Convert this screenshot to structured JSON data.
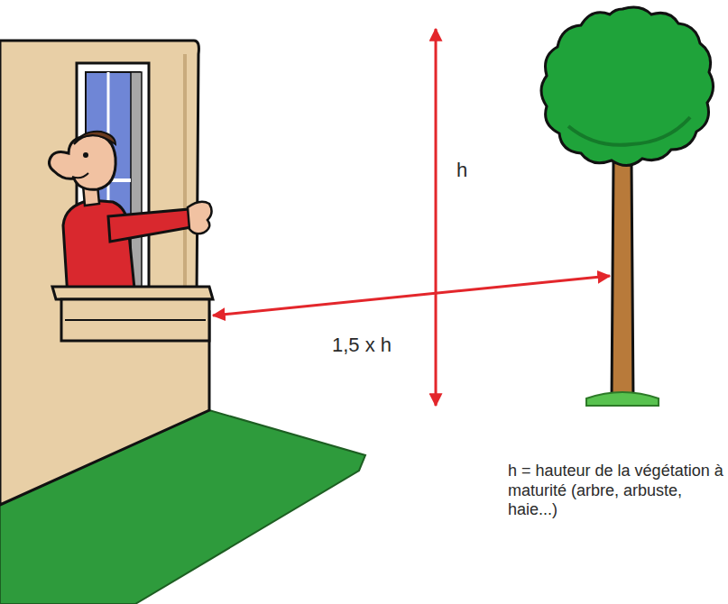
{
  "diagram": {
    "labels": [
      "h",
      "1,5 x h",
      "h = hauteur de la végétation à maturité (arbre, arbuste, haie...)"
    ]
  }
}
